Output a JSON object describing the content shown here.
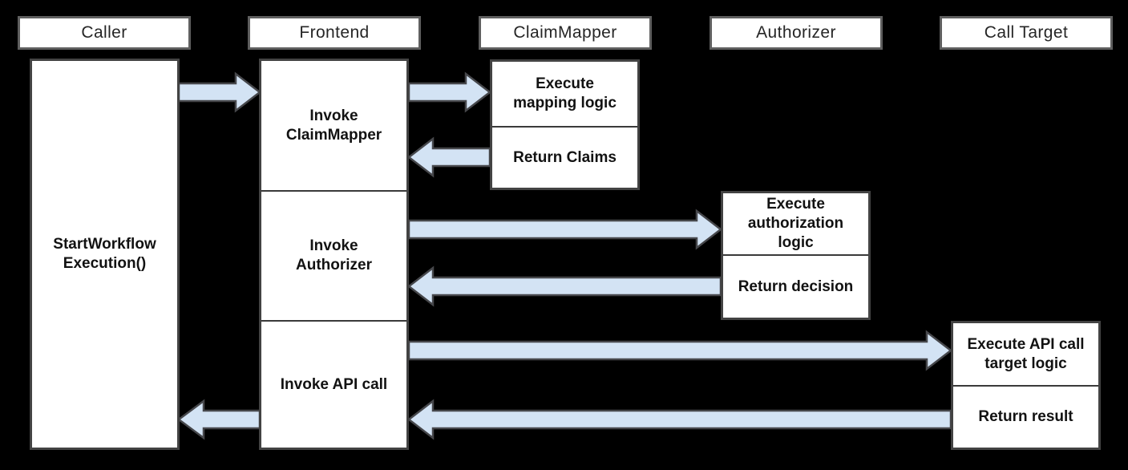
{
  "colors": {
    "background": "#000000",
    "box_fill": "#ffffff",
    "activation_border": "#434343",
    "header_border": "#5f5f5f",
    "arrow_fill": "#d3e3f4",
    "arrow_stroke": "#46474b",
    "text": "#121212"
  },
  "headers": {
    "caller": "Caller",
    "frontend": "Frontend",
    "claim_mapper": "ClaimMapper",
    "authorizer": "Authorizer",
    "call_target": "Call Target"
  },
  "caller": {
    "label": "StartWorkflow\nExecution()"
  },
  "frontend": {
    "invoke_claim_mapper": "Invoke\nClaimMapper",
    "invoke_authorizer": "Invoke\nAuthorizer",
    "invoke_api_call": "Invoke API call"
  },
  "claim_mapper": {
    "execute": "Execute\nmapping logic",
    "return": "Return Claims"
  },
  "authorizer": {
    "execute": "Execute\nauthorization\nlogic",
    "return": "Return decision"
  },
  "call_target": {
    "execute": "Execute API call\ntarget logic",
    "return": "Return result"
  }
}
